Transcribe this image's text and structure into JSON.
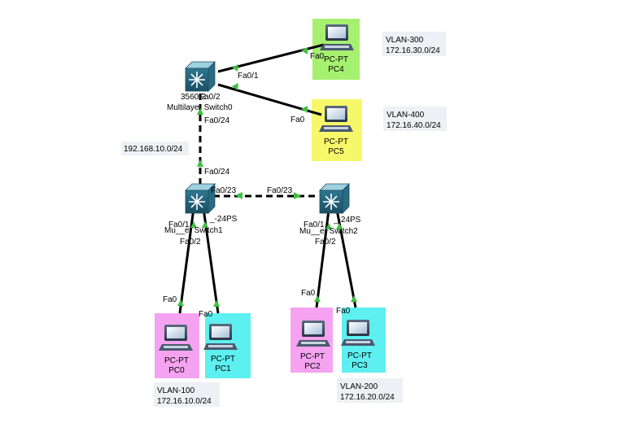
{
  "colors": {
    "vlan100": "#f5a3f0",
    "vlan200": "#5ef0f0",
    "vlan300": "#a6f070",
    "vlan400": "#f7f76a",
    "link_indicator": "#3fbf3f"
  },
  "devices": {
    "ms0": {
      "model": "3560-2",
      "name": "Multilayer Switch0"
    },
    "ms1": {
      "model": "_-24PS",
      "name": "Mu__er Switch1"
    },
    "ms2": {
      "model": "_-24PS",
      "name": "Mu__er Switch2"
    },
    "pc0": {
      "type": "PC-PT",
      "name": "PC0"
    },
    "pc1": {
      "type": "PC-PT",
      "name": "PC1"
    },
    "pc2": {
      "type": "PC-PT",
      "name": "PC2"
    },
    "pc3": {
      "type": "PC-PT",
      "name": "PC3"
    },
    "pc4": {
      "type": "PC-PT",
      "name": "PC4"
    },
    "pc5": {
      "type": "PC-PT",
      "name": "PC5"
    }
  },
  "ports": {
    "ms0_fa01": "Fa0/1",
    "ms0_fa02": "Fa0/2",
    "ms0_fa024": "Fa0/24",
    "ms1_fa024": "Fa0/24",
    "ms1_fa023": "Fa0/23",
    "ms2_fa023": "Fa0/23",
    "ms1_fa01": "Fa0/1",
    "ms1_fa02": "Fa0/2",
    "ms2_fa01": "Fa0/1",
    "ms2_fa02": "Fa0/2",
    "pc0_fa0": "Fa0",
    "pc1_fa0": "Fa0",
    "pc2_fa0": "Fa0",
    "pc3_fa0": "Fa0",
    "pc4_fa0": "Fa0",
    "pc5_fa0": "Fa0"
  },
  "notes": {
    "vlan300": {
      "name": "VLAN-300",
      "net": "172.16.30.0/24"
    },
    "vlan400": {
      "name": "VLAN-400",
      "net": "172.16.40.0/24"
    },
    "vlan100": {
      "name": "VLAN-100",
      "net": "172.16.10.0/24"
    },
    "vlan200": {
      "name": "VLAN-200",
      "net": "172.16.20.0/24"
    },
    "uplink": {
      "net": "192.168.10.0/24"
    }
  }
}
